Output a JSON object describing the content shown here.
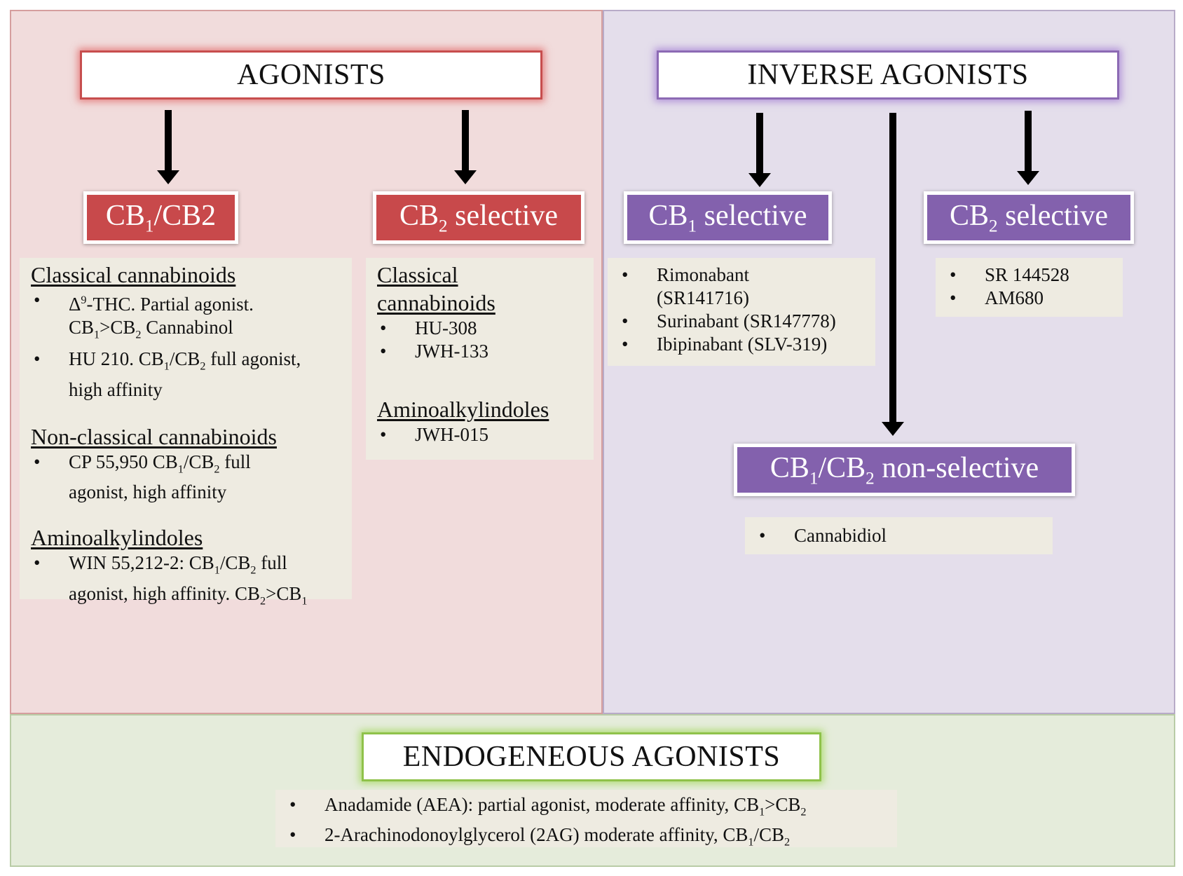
{
  "agonists": {
    "title": "AGONISTS",
    "cb1_cb2": {
      "label_parts": [
        "CB",
        "1",
        "/CB2"
      ],
      "groups": [
        {
          "heading": "Classical cannabinoids",
          "items": [
            [
              "Δ",
              "9",
              "-THC. Partial agonist."
            ],
            [
              "CB",
              "1",
              ">CB",
              "2",
              " Cannabinol"
            ],
            [
              "HU 210. CB",
              "1",
              "/CB",
              "2",
              " full agonist,"
            ],
            [
              "high affinity"
            ]
          ]
        },
        {
          "heading": "Non-classical cannabinoids",
          "items": [
            [
              "CP 55,950 CB",
              "1",
              "/CB",
              "2",
              " full"
            ],
            [
              "agonist, high affinity"
            ]
          ]
        },
        {
          "heading": "Aminoalkylindoles",
          "items": [
            [
              "WIN 55,212-2: CB",
              "1",
              "/CB",
              "2",
              " full"
            ],
            [
              "agonist, high affinity. CB",
              "2",
              ">CB",
              "1"
            ]
          ]
        }
      ]
    },
    "cb2_selective": {
      "label_parts": [
        "CB",
        "2",
        " selective"
      ],
      "groups": [
        {
          "heading_lines": [
            "Classical",
            "cannabinoids"
          ],
          "items": [
            "HU-308",
            "JWH-133"
          ]
        },
        {
          "heading_lines": [
            "Aminoalkylindoles"
          ],
          "items": [
            "JWH-015"
          ]
        }
      ]
    }
  },
  "inverse_agonists": {
    "title": "INVERSE AGONISTS",
    "cb1_selective": {
      "label_parts": [
        "CB",
        "1",
        " selective"
      ],
      "items": [
        "Rimonabant",
        "(SR141716)",
        "Surinabant (SR147778)",
        "Ibipinabant (SLV-319)"
      ]
    },
    "cb2_selective": {
      "label_parts": [
        "CB",
        "2",
        " selective"
      ],
      "items": [
        "SR 144528",
        "AM680"
      ]
    },
    "non_selective": {
      "label_parts": [
        "CB",
        "1",
        "/CB",
        "2",
        " non-selective"
      ],
      "items": [
        "Cannabidiol"
      ]
    }
  },
  "endogenous": {
    "title": "ENDOGENEOUS AGONISTS",
    "items": [
      [
        "Anadamide (AEA): partial agonist, moderate affinity, CB",
        "1",
        ">CB",
        "2"
      ],
      [
        "2-Arachinodonoylglycerol (2AG) moderate affinity, CB",
        "1",
        "/CB",
        "2"
      ]
    ]
  }
}
